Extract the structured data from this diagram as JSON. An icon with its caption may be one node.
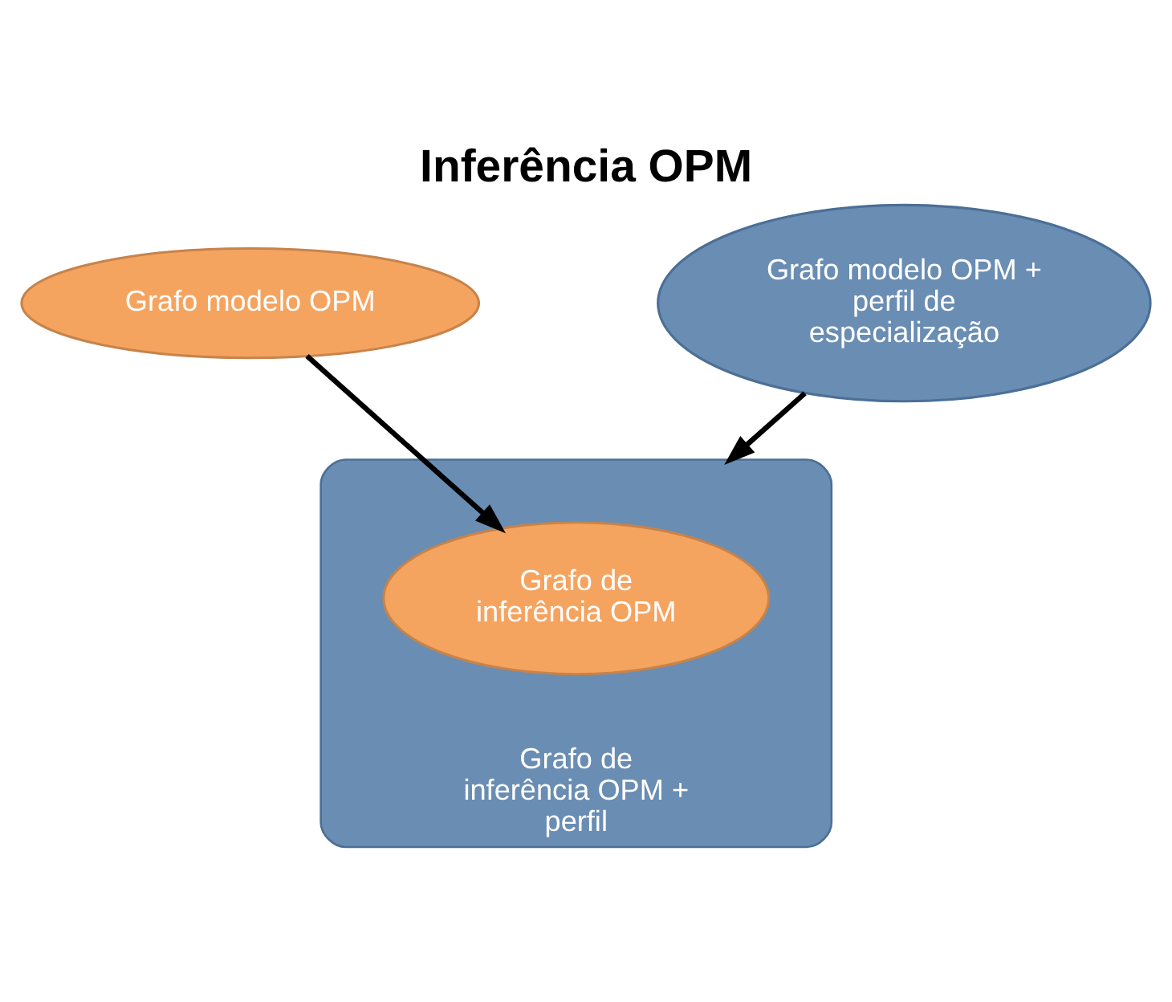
{
  "diagram": {
    "title": "Inferência OPM",
    "nodes": [
      {
        "text": [
          "Grafo modelo OPM"
        ]
      },
      {
        "text": [
          "Grafo modelo OPM + perfil de especialização"
        ]
      },
      {
        "text": [
          "Grafo de inferência OPM + perfil"
        ]
      },
      {
        "text": [
          "Grafo de inferência OPM"
        ],
        "in": 2
      }
    ],
    "edges": [
      {
        "from": 0,
        "to": 3,
        "arrow": "to"
      },
      {
        "from": 1,
        "to": 2,
        "arrow": "to"
      }
    ]
  }
}
